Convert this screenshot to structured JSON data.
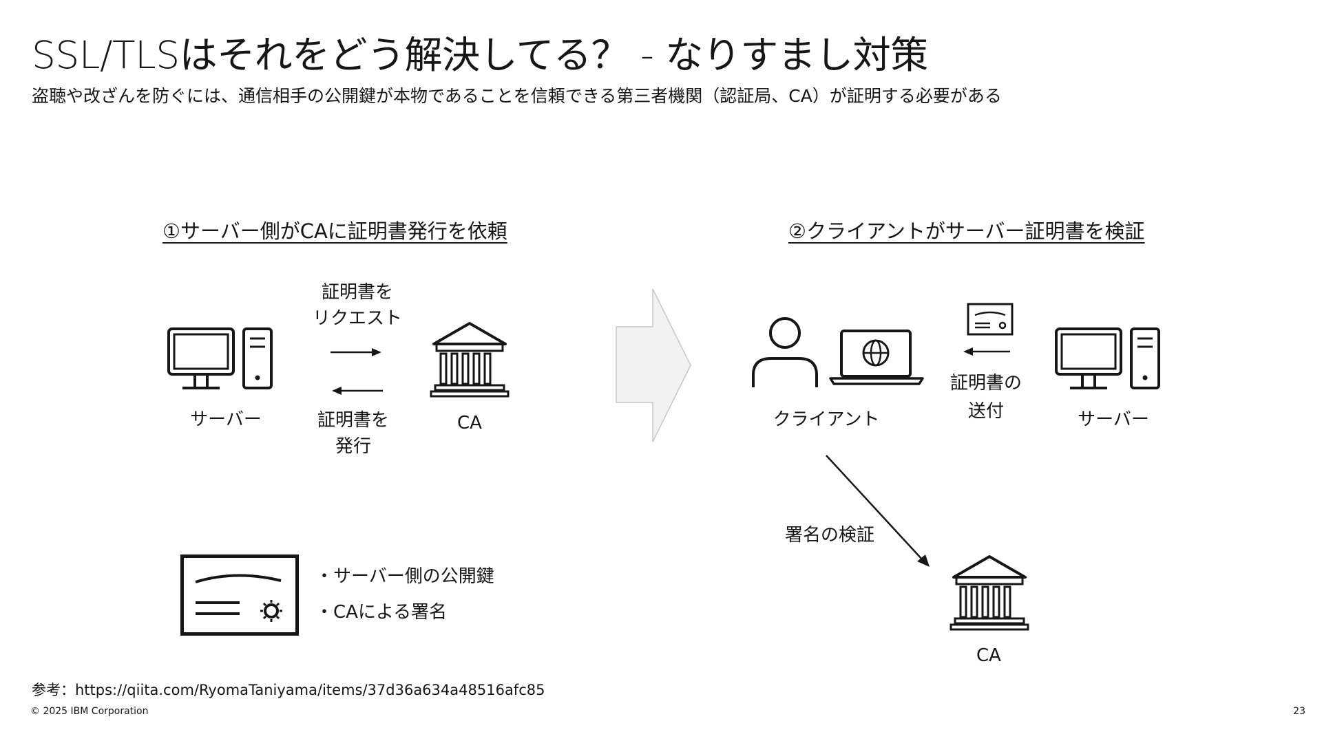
{
  "slide": {
    "title": "SSL/TLSはそれをどう解決してる？ - なりすまし対策",
    "subtitle": "盗聴や改ざんを防ぐには、通信相手の公開鍵が本物であることを信頼できる第三者機関（認証局、CA）が証明する必要がある"
  },
  "left_panel": {
    "heading": "①サーバー側がCAに証明書発行を依頼",
    "server_label": "サーバー",
    "request_label": [
      "証明書を",
      "リクエスト"
    ],
    "issue_label": [
      "証明書を",
      "発行"
    ],
    "ca_label": "CA"
  },
  "right_panel": {
    "heading": "②クライアントがサーバー証明書を検証",
    "client_label": "クライアント",
    "send_label": [
      "証明書の",
      "送付"
    ],
    "server_label": "サーバー",
    "verify_label": "署名の検証",
    "ca_label": "CA"
  },
  "certificate": {
    "items": [
      "・サーバー側の公開鍵",
      "・CAによる署名"
    ]
  },
  "footer": {
    "source": "参考：https://qiita.com/RyomaTaniyama/items/37d36a634a48516afc85",
    "copyright": "© 2025 IBM Corporation",
    "page_number": "23"
  },
  "icons": {
    "desktop": "desktop-computer-icon",
    "bank": "bank-building-icon",
    "user": "user-icon",
    "laptop": "laptop-globe-icon",
    "certificate": "certificate-icon",
    "arrow": "chevron-arrow-icon"
  },
  "colors": {
    "text": "#161616",
    "arrow_fill": "#f2f2f2",
    "arrow_stroke": "#c6c6c6"
  }
}
